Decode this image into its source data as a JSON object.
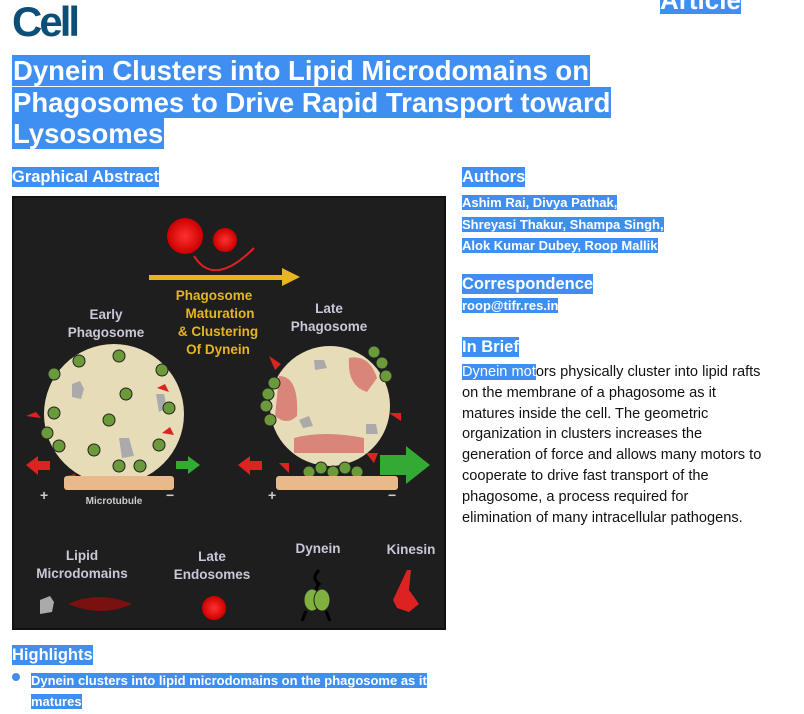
{
  "journal": {
    "logo": "Cell",
    "article_type": "Article"
  },
  "title": [
    "Dynein Clusters into Lipid Microdomains on",
    "Phagosomes to Drive Rapid Transport toward",
    "Lysosomes"
  ],
  "graphical_abstract": {
    "heading": "Graphical Abstract",
    "labels": {
      "maturation": [
        "Phagosome",
        "Maturation",
        "& Clustering",
        "Of  Dynein"
      ],
      "early": [
        "Early",
        "Phagosome"
      ],
      "late": [
        "Late",
        "Phagosome"
      ],
      "microtubule": "Microtubule",
      "plus": "+",
      "minus": "−",
      "legend_lipid": [
        "Lipid",
        "Microdomains"
      ],
      "legend_endosomes": [
        "Late",
        "Endosomes"
      ],
      "legend_dynein": "Dynein",
      "legend_kinesin": "Kinesin"
    }
  },
  "authors": {
    "heading": "Authors",
    "lines": [
      "Ashim Rai, Divya Pathak,",
      "Shreyasi Thakur, Shampa Singh,",
      "Alok Kumar Dubey, Roop Mallik"
    ]
  },
  "correspondence": {
    "heading": "Correspondence",
    "email": "roop@tifr.res.in"
  },
  "in_brief": {
    "heading": "In Brief",
    "selected": "Dynein mot",
    "text": "ors physically cluster into lipid rafts on the membrane of a phagosome as it matures inside the cell. The geometric organization in clusters increases the generation of force and allows many motors to cooperate to drive fast transport of the phagosome, a process required for elimination of many intracellular pathogens."
  },
  "highlights": {
    "heading": "Highlights",
    "items": [
      "Dynein clusters into lipid microdomains on the phagosome as it matures"
    ]
  },
  "colors": {
    "selection": "#3f8ef2",
    "logo": "#0b4f78",
    "figure_bg": "#1e1e1e"
  }
}
